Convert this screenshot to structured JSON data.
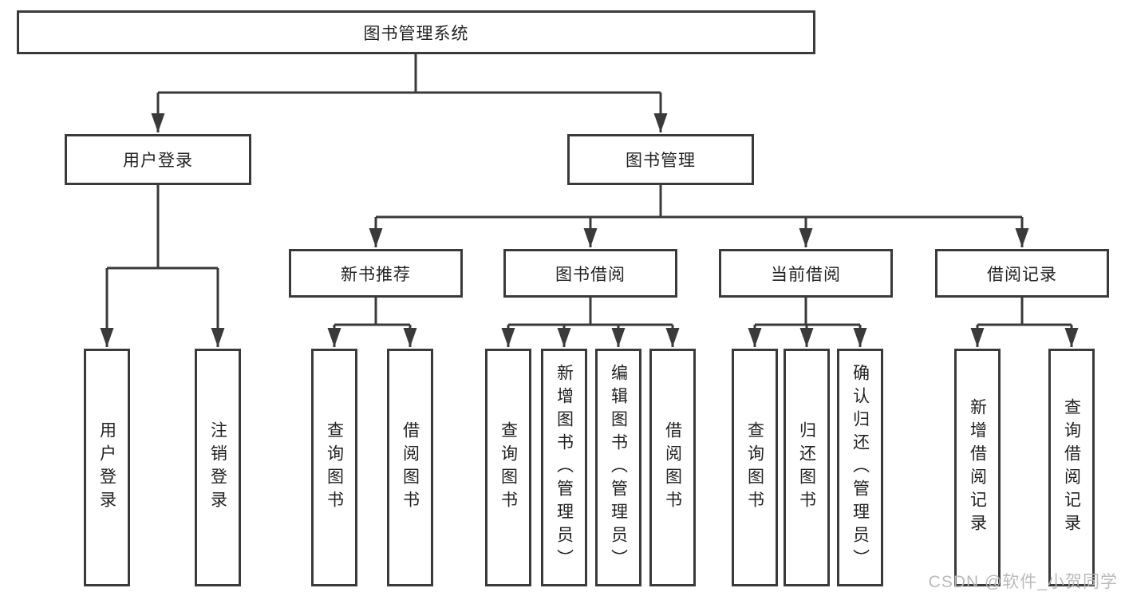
{
  "watermark": "CSDN @软件_小贺同学",
  "colors": {
    "line": "#3a3a3a",
    "box_border": "#3a3a3a",
    "text": "#222222",
    "watermark": "#b6b6b6",
    "background": "#ffffff"
  },
  "tree": {
    "label": "图书管理系统",
    "children": [
      {
        "label": "用户登录",
        "children": [
          {
            "label": "用户登录"
          },
          {
            "label": "注销登录"
          }
        ]
      },
      {
        "label": "图书管理",
        "children": [
          {
            "label": "新书推荐",
            "children": [
              {
                "label": "查询图书"
              },
              {
                "label": "借阅图书"
              }
            ]
          },
          {
            "label": "图书借阅",
            "children": [
              {
                "label": "查询图书"
              },
              {
                "label": "新增图书（管理员）"
              },
              {
                "label": "编辑图书（管理员）"
              },
              {
                "label": "借阅图书"
              }
            ]
          },
          {
            "label": "当前借阅",
            "children": [
              {
                "label": "查询图书"
              },
              {
                "label": "归还图书"
              },
              {
                "label": "确认归还（管理员）"
              }
            ]
          },
          {
            "label": "借阅记录",
            "children": [
              {
                "label": "新增借阅记录"
              },
              {
                "label": "查询借阅记录"
              }
            ]
          }
        ]
      }
    ]
  }
}
